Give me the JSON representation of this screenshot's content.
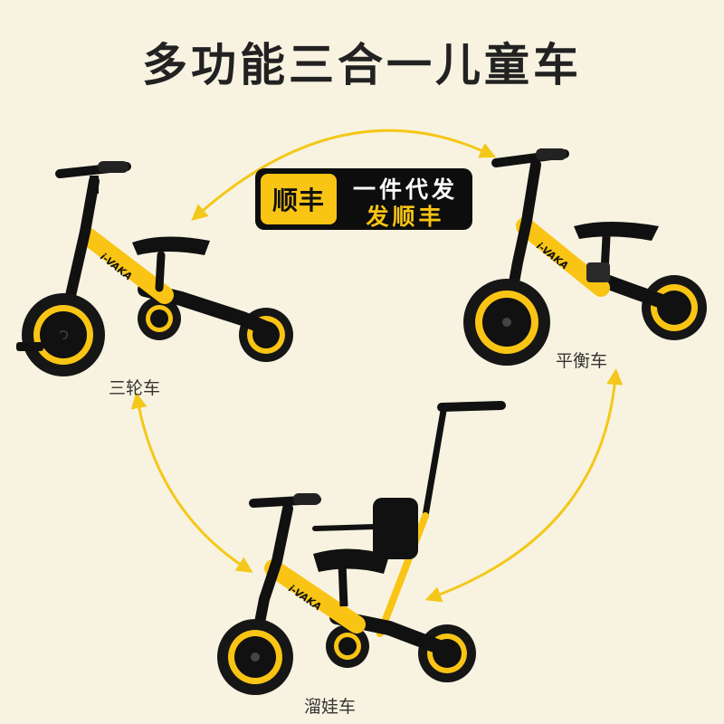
{
  "title": "多功能三合一儿童车",
  "badge": {
    "left": "顺丰",
    "line1": "一件代发",
    "line2": "发顺丰"
  },
  "modes": {
    "tricycle": "三轮车",
    "balance": "平衡车",
    "push": "溜娃车"
  },
  "brand": "i-VAKA",
  "colors": {
    "background": "#f8f3e1",
    "accent": "#f9c414",
    "frame": "#111111"
  }
}
